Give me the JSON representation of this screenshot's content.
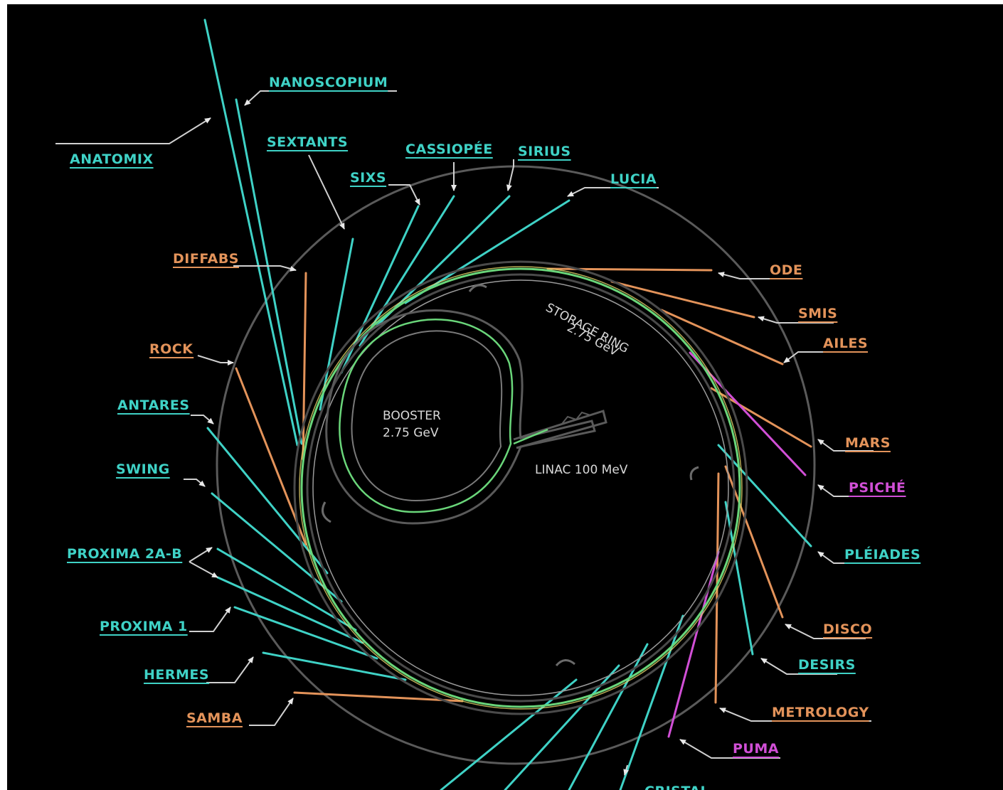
{
  "colors": {
    "background": "#000000",
    "cyan": "#3fd2c6",
    "orange": "#e3935a",
    "magenta": "#d14fd6",
    "outline": "#5e5e5e",
    "beam_yellow": "#e3d46a",
    "beam_green": "#6ad67a",
    "leader": "#d0d0d0"
  },
  "facility": {
    "booster_label": "BOOSTER",
    "booster_energy": "2.75 GeV",
    "storage_label": "STORAGE RING",
    "storage_energy": "2.75 GeV",
    "linac_label": "LINAC 100 MeV"
  },
  "beamlines": [
    {
      "id": "anatomix",
      "label": "ANATOMIX",
      "color": "cyan"
    },
    {
      "id": "nanoscopium",
      "label": "NANOSCOPIUM",
      "color": "cyan"
    },
    {
      "id": "sextants",
      "label": "SEXTANTS",
      "color": "cyan"
    },
    {
      "id": "sixs",
      "label": "SIXS",
      "color": "cyan"
    },
    {
      "id": "cassiopee",
      "label": "CASSIOPÉE",
      "color": "cyan"
    },
    {
      "id": "sirius",
      "label": "SIRIUS",
      "color": "cyan"
    },
    {
      "id": "lucia",
      "label": "LUCIA",
      "color": "cyan"
    },
    {
      "id": "diffabs",
      "label": "DIFFABS",
      "color": "orange"
    },
    {
      "id": "rock",
      "label": "ROCK",
      "color": "orange"
    },
    {
      "id": "antares",
      "label": "ANTARES",
      "color": "cyan"
    },
    {
      "id": "swing",
      "label": "SWING",
      "color": "cyan"
    },
    {
      "id": "proxima2ab",
      "label": "PROXIMA 2A-B",
      "color": "cyan"
    },
    {
      "id": "proxima1",
      "label": "PROXIMA 1",
      "color": "cyan"
    },
    {
      "id": "hermes",
      "label": "HERMES",
      "color": "cyan"
    },
    {
      "id": "samba",
      "label": "SAMBA",
      "color": "orange"
    },
    {
      "id": "ode",
      "label": "ODE",
      "color": "orange"
    },
    {
      "id": "smis",
      "label": "SMIS",
      "color": "orange"
    },
    {
      "id": "ailes",
      "label": "AILES",
      "color": "orange"
    },
    {
      "id": "mars",
      "label": "MARS",
      "color": "orange"
    },
    {
      "id": "psiche",
      "label": "PSICHÉ",
      "color": "magenta"
    },
    {
      "id": "pleiades",
      "label": "PLÉIADES",
      "color": "cyan"
    },
    {
      "id": "disco",
      "label": "DISCO",
      "color": "orange"
    },
    {
      "id": "desirs",
      "label": "DESIRS",
      "color": "cyan"
    },
    {
      "id": "metrology",
      "label": "METROLOGY",
      "color": "orange"
    },
    {
      "id": "puma",
      "label": "PUMA",
      "color": "magenta"
    },
    {
      "id": "cristal",
      "label": "CRISTAL",
      "color": "cyan"
    }
  ]
}
